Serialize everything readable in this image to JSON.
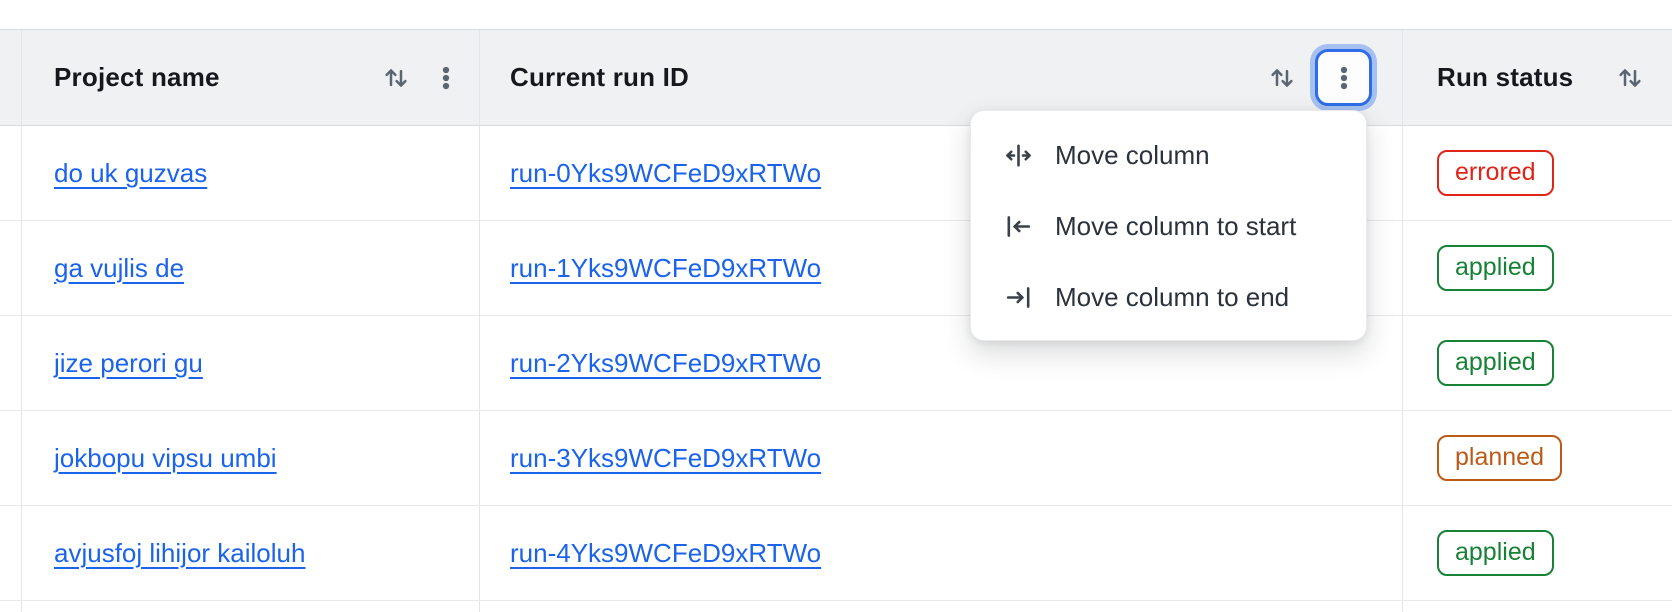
{
  "table": {
    "columns": [
      {
        "label": "Project name"
      },
      {
        "label": "Current run ID"
      },
      {
        "label": "Run status"
      }
    ],
    "rows": [
      {
        "project": "do uk guzvas",
        "run_id": "run-0Yks9WCFeD9xRTWo",
        "status": "errored"
      },
      {
        "project": "ga vujlis de",
        "run_id": "run-1Yks9WCFeD9xRTWo",
        "status": "applied"
      },
      {
        "project": "jize perori gu",
        "run_id": "run-2Yks9WCFeD9xRTWo",
        "status": "applied"
      },
      {
        "project": "jokbopu vipsu umbi",
        "run_id": "run-3Yks9WCFeD9xRTWo",
        "status": "planned"
      },
      {
        "project": "avjusfoj lihijor kailoluh",
        "run_id": "run-4Yks9WCFeD9xRTWo",
        "status": "applied"
      }
    ]
  },
  "column_menu": {
    "items": [
      {
        "label": "Move column",
        "icon": "move-column-icon"
      },
      {
        "label": "Move column to start",
        "icon": "move-column-to-start-icon"
      },
      {
        "label": "Move column to end",
        "icon": "move-column-to-end-icon"
      }
    ]
  },
  "colors": {
    "link_blue": "#1b63eb",
    "header_bg": "#f0f1f2",
    "focus_ring_blue": "#2e6de6",
    "status_errored": "#e02418",
    "status_applied": "#178236",
    "status_planned": "#bc5a17",
    "icon_gray": "#5b6471"
  }
}
